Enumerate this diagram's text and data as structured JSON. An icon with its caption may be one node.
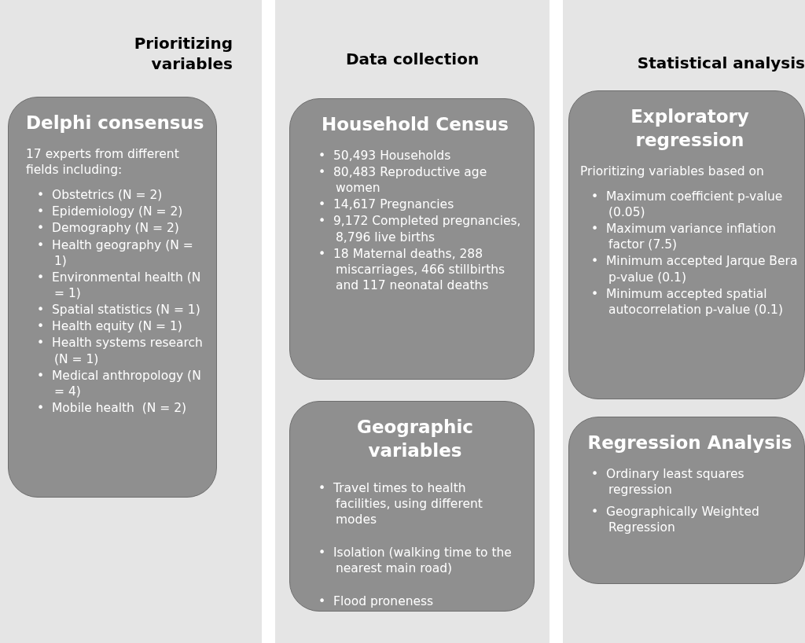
{
  "diagram": {
    "nodes": [
      {
        "text": [
          "Prioritizing variables"
        ]
      },
      {
        "text": [
          "Delphi consensus",
          "17 experts from different fields including:",
          "•  Obstetrics (N = 2)",
          "•  Epidemiology (N = 2)",
          "•  Demography (N = 2)",
          "•  Health geography (N = 1)",
          "•  Environmental health (N = 1)",
          "•  Spatial statistics (N = 1)",
          "•  Health equity (N = 1)",
          "•  Health systems research (N = 1)",
          "•  Medical anthropology (N = 4)",
          "•  Mobile health  (N = 2)"
        ],
        "in": 0
      },
      {
        "text": [
          "Data collection"
        ]
      },
      {
        "text": [
          "Household Census",
          "•  50,493 Households",
          "•  80,483 Reproductive age women",
          "•  14,617 Pregnancies",
          "•  9,172 Completed pregnancies, 8,796 live births",
          "•  18 Maternal deaths, 288 miscarriages, 466 stillbirths and 117 neonatal deaths"
        ],
        "in": 2
      },
      {
        "text": [
          "Geographic variables",
          "•  Travel times to health facilities, using different modes",
          "•  Isolation (walking time to the nearest main road)",
          "•  Flood proneness"
        ],
        "in": 2
      },
      {
        "text": [
          "Statistical analysis"
        ]
      },
      {
        "text": [
          "Exploratory regression",
          "Prioritizing variables based on",
          "•  Maximum coefficient p-value (0.05)",
          "•  Maximum variance inflation factor (7.5)",
          "•  Minimum accepted Jarque Bera p-value (0.1)",
          "•  Minimum accepted spatial autocorrelation p-value (0.1)"
        ],
        "in": 5
      },
      {
        "text": [
          "Regression Analysis",
          "•  Ordinary least squares regression",
          "•  Geographically Weighted Regression"
        ],
        "in": 5
      }
    ]
  }
}
